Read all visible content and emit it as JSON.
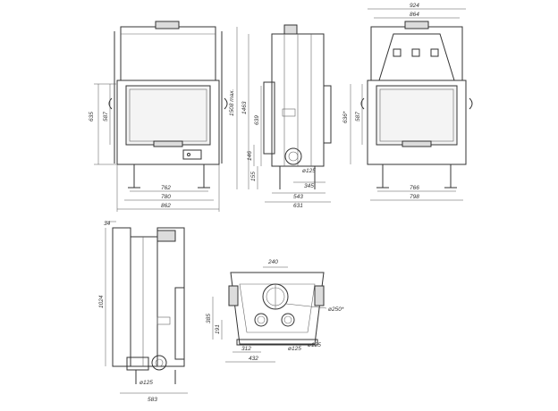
{
  "front_view": {
    "labels": [
      "635",
      "587",
      "762",
      "780",
      "862"
    ]
  },
  "side_view": {
    "labels": [
      "1463",
      "1508 max.",
      "639",
      "146",
      "155",
      "ø125",
      "345",
      "543",
      "631"
    ]
  },
  "rear_view": {
    "labels": [
      "924",
      "864",
      "636*",
      "587",
      "766",
      "798"
    ]
  },
  "section_view": {
    "labels": [
      "34",
      "1024",
      "ø125",
      "583"
    ]
  },
  "top_view": {
    "labels": [
      "240",
      "385",
      "191",
      "ø250*",
      "312",
      "432",
      "ø125",
      "ø125"
    ]
  }
}
